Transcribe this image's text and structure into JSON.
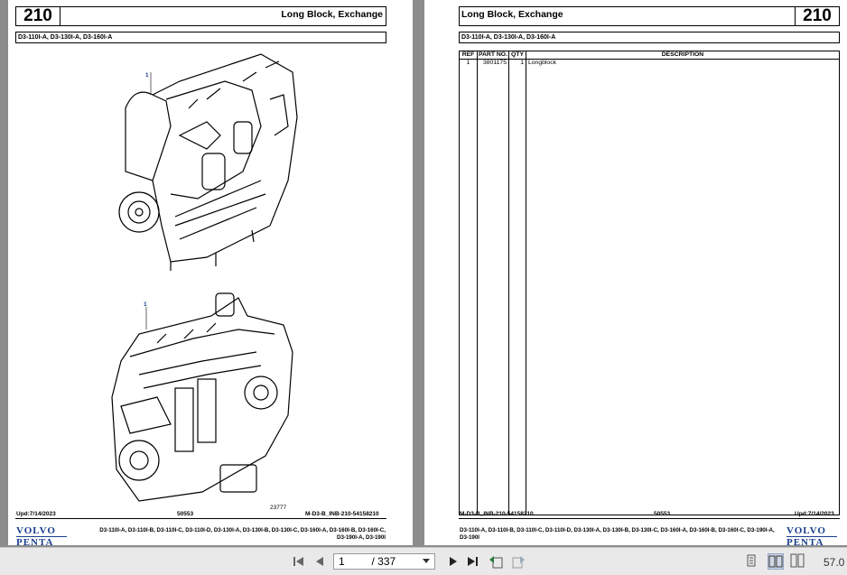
{
  "left_page": {
    "page_number": "210",
    "title": "Long Block, Exchange",
    "models": "D3-110I-A, D3-130I-A, D3-160I-A",
    "callout_1a": "1",
    "callout_1b": "1",
    "illustration_number": "23777",
    "footer_date": "Upd:7/14/2023",
    "footer_code": "50553",
    "footer_ref": "M-D3-B_INB-210-54158210",
    "footer_models": "D3-110I-A, D3-110I-B, D3-110I-C, D3-110I-D, D3-130I-A, D3-130I-B, D3-130I-C, D3-160I-A, D3-160I-B, D3-160I-C, D3-190I-A, D3-190I",
    "logo_top": "VOLVO",
    "logo_bottom": "PENTA"
  },
  "right_page": {
    "page_number": "210",
    "title": "Long Block, Exchange",
    "models": "D3-110I-A, D3-130I-A, D3-160I-A",
    "table": {
      "headers": [
        "REF",
        "PART NO.",
        "QTY",
        "DESCRIPTION"
      ],
      "rows": [
        {
          "ref": "1",
          "part_no": "3801175",
          "qty": "1",
          "description": "Longblock"
        }
      ]
    },
    "footer_ref": "M-D3-B_INB-210-54158210",
    "footer_code": "50553",
    "footer_date": "Upd:7/14/2023",
    "footer_models": "D3-110I-A, D3-110I-B, D3-110I-C, D3-110I-D, D3-130I-A, D3-130I-B, D3-130I-C, D3-160I-A, D3-160I-B, D3-160I-C, D3-190I-A, D3-190I",
    "logo_top": "VOLVO",
    "logo_bottom": "PENTA"
  },
  "toolbar": {
    "current_page": "1",
    "total_pages": "/ 337",
    "zoom_level": "57.0"
  },
  "icons": [
    "first-page-icon",
    "prev-page-icon",
    "dropdown-icon",
    "next-page-icon",
    "last-page-icon",
    "go-back-icon",
    "go-forward-icon",
    "single-page-icon",
    "continuous-page-icon",
    "two-page-icon",
    "two-page-continuous-icon"
  ],
  "colors": {
    "brand_blue": "#1a3e8f",
    "viewer_bg": "#8c8c8c",
    "toolbar_bg": "#e9e9e9"
  }
}
